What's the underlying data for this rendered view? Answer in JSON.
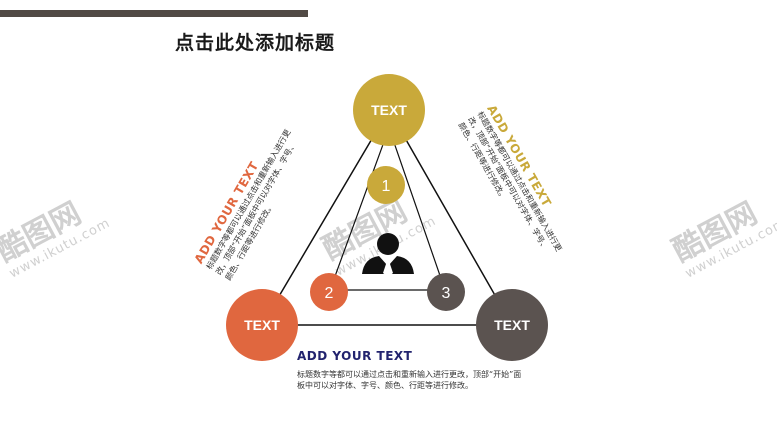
{
  "title": "点击此处添加标题",
  "watermark": {
    "brand": "酷图网",
    "url": "www.ikutu.com"
  },
  "nodes": {
    "top": {
      "label": "TEXT",
      "color": "#c9a93a"
    },
    "left": {
      "label": "TEXT",
      "color": "#e0673f"
    },
    "right": {
      "label": "TEXT",
      "color": "#5b5350"
    }
  },
  "steps": [
    {
      "label": "1",
      "color": "#c9a93a"
    },
    {
      "label": "2",
      "color": "#e0673f"
    },
    {
      "label": "3",
      "color": "#5b5350"
    }
  ],
  "center_icon": "person-icon",
  "text_blocks": {
    "left": {
      "heading": "ADD YOUR TEXT",
      "body": "标题数字等都可以通过点击和重新输入进行更改，顶部“开始”面板中可以对字体、字号、颜色、行距等进行修改。",
      "color": "#e0673f"
    },
    "right": {
      "heading": "ADD YOUR TEXT",
      "body": "标题数字等都可以通过点击和重新输入进行更改，顶部“开始”面板中可以对字体、字号、颜色、行距等进行修改。",
      "color": "#c9a93a"
    },
    "bottom": {
      "heading": "ADD YOUR TEXT",
      "body": "标题数字等都可以通过点击和重新输入进行更改，顶部“开始”面板中可以对字体、字号、颜色、行距等进行修改。",
      "color": "#22236e"
    }
  }
}
